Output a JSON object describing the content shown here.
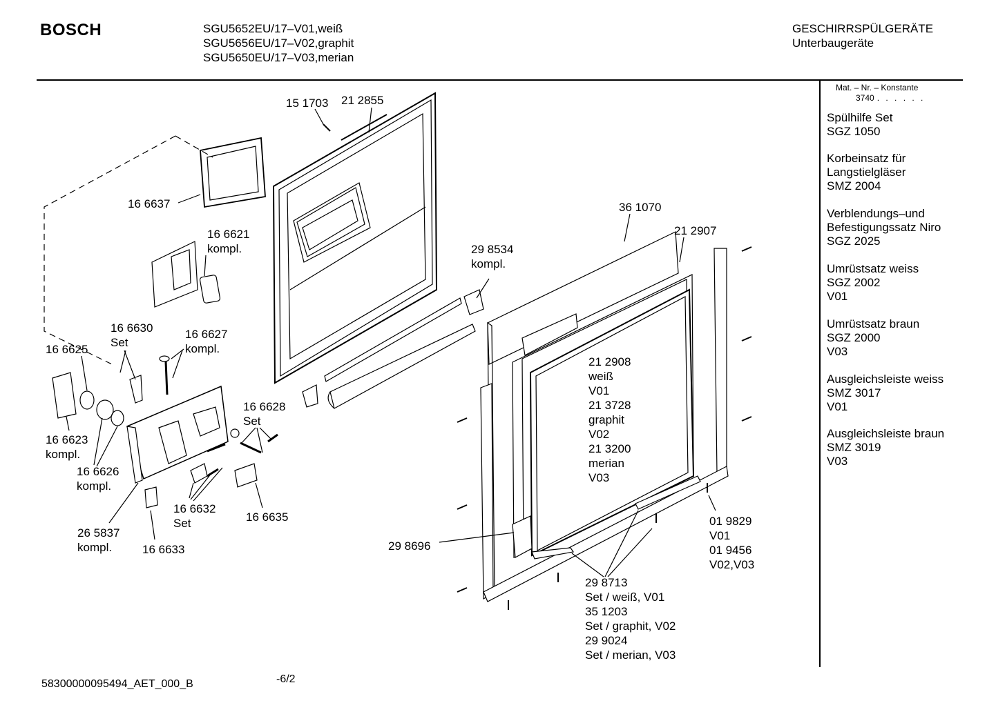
{
  "header": {
    "brand": "BOSCH",
    "models": [
      "SGU5652EU/17–V01,weiß",
      "SGU5656EU/17–V02,graphit",
      "SGU5650EU/17–V03,merian"
    ],
    "category": "GESCHIRRSPÜLGERÄTE",
    "subcategory": "Unterbaugeräte"
  },
  "sidebar": {
    "konstante_heading": "Mat. – Nr. – Konstante",
    "konstante_value": "3740",
    "konstante_dots": ". . . . . .",
    "accessories": [
      {
        "lines": [
          "Spülhilfe Set",
          "SGZ 1050"
        ]
      },
      {
        "lines": [
          "Korbeinsatz für",
          "Langstielgläser",
          "SMZ 2004"
        ]
      },
      {
        "lines": [
          "Verblendungs–und",
          "Befestigungssatz Niro",
          "SGZ 2025"
        ]
      },
      {
        "lines": [
          "Umrüstsatz weiss",
          "SGZ 2002",
          "V01"
        ]
      },
      {
        "lines": [
          "Umrüstsatz braun",
          "SGZ 2000",
          "V03"
        ]
      },
      {
        "lines": [
          "Ausgleichsleiste weiss",
          "SMZ 3017",
          "V01"
        ]
      },
      {
        "lines": [
          "Ausgleichsleiste braun",
          "SMZ 3019",
          "V03"
        ]
      }
    ]
  },
  "parts": [
    {
      "id": "p151703",
      "lines": [
        "15 1703"
      ]
    },
    {
      "id": "p212855",
      "lines": [
        "21 2855"
      ]
    },
    {
      "id": "p166637",
      "lines": [
        "16 6637"
      ]
    },
    {
      "id": "p166621",
      "lines": [
        "16 6621",
        "kompl."
      ]
    },
    {
      "id": "p298534",
      "lines": [
        "29 8534",
        "kompl."
      ]
    },
    {
      "id": "p361070",
      "lines": [
        "36 1070"
      ]
    },
    {
      "id": "p212907",
      "lines": [
        "21 2907"
      ]
    },
    {
      "id": "p166630",
      "lines": [
        "16 6630",
        "Set"
      ]
    },
    {
      "id": "p166627",
      "lines": [
        "16 6627",
        "kompl."
      ]
    },
    {
      "id": "p166625",
      "lines": [
        "16 6625"
      ]
    },
    {
      "id": "p166628",
      "lines": [
        "16 6628",
        "Set"
      ]
    },
    {
      "id": "p166623",
      "lines": [
        "16 6623",
        "kompl."
      ]
    },
    {
      "id": "p166626",
      "lines": [
        "16 6626",
        "kompl."
      ]
    },
    {
      "id": "p166632",
      "lines": [
        "16 6632",
        "Set"
      ]
    },
    {
      "id": "p166635",
      "lines": [
        "16 6635"
      ]
    },
    {
      "id": "p265837",
      "lines": [
        "26 5837",
        "kompl."
      ]
    },
    {
      "id": "p166633",
      "lines": [
        "16 6633"
      ]
    },
    {
      "id": "p298696",
      "lines": [
        "29 8696"
      ]
    },
    {
      "id": "pfront",
      "lines": [
        "21 2908",
        "weiß",
        "V01",
        "21 3728",
        "graphit",
        "V02",
        "21 3200",
        "merian",
        "V03"
      ]
    },
    {
      "id": "p019829",
      "lines": [
        "01 9829",
        "V01",
        "01 9456",
        "V02,V03"
      ]
    },
    {
      "id": "p298713",
      "lines": [
        "29 8713",
        "Set / weiß, V01",
        "35 1203",
        "Set / graphit, V02",
        "29 9024",
        "Set / merian, V03"
      ]
    }
  ],
  "footer": {
    "doc_id": "58300000095494_AET_000_B",
    "page": "-6/2"
  }
}
